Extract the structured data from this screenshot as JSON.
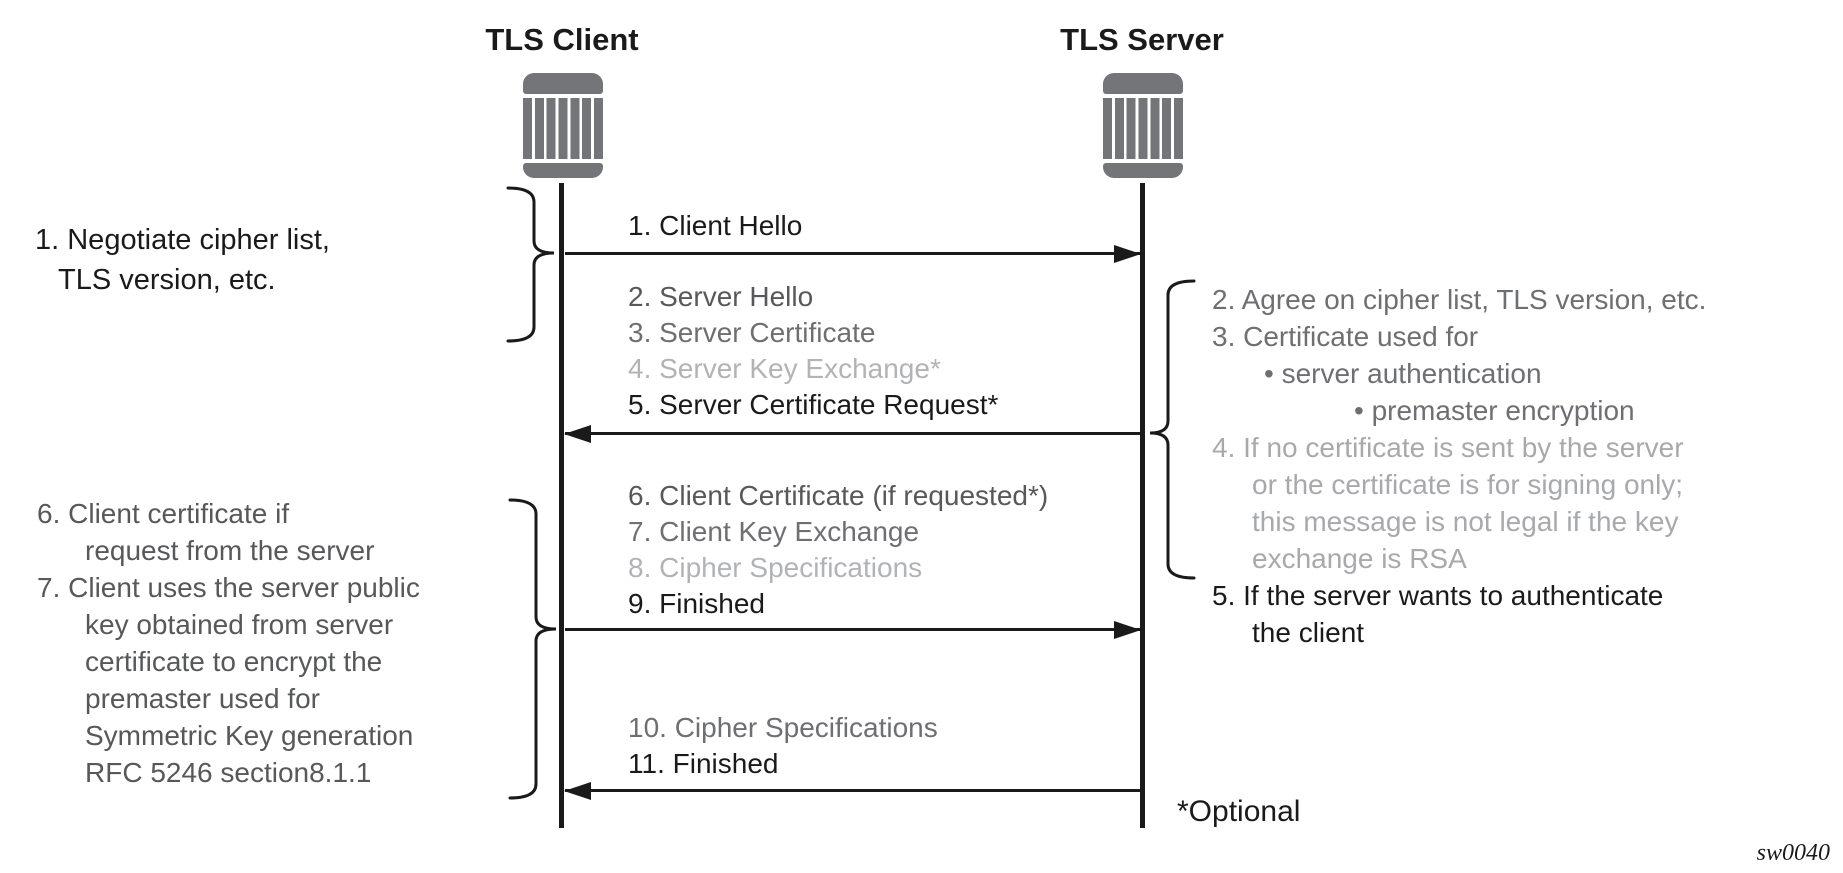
{
  "colors": {
    "black": "#1a1a1a",
    "gray_dark": "#57585a",
    "gray_mid": "#6e6f72",
    "gray_light": "#b1b3b6",
    "gray_light2": "#a7a9ac",
    "icon_gray": "#747578"
  },
  "actors": {
    "client": {
      "title": "TLS Client",
      "icon": "network-device-icon"
    },
    "server": {
      "title": "TLS Server",
      "icon": "network-device-icon"
    }
  },
  "messages": {
    "batch1": [
      "1. Client Hello"
    ],
    "batch2": [
      "2. Server Hello",
      "3. Server Certificate",
      "4. Server Key Exchange*",
      "5. Server Certificate Request*"
    ],
    "batch3": [
      "6. Client Certificate (if requested*)",
      "7. Client Key Exchange",
      "8. Cipher Specifications",
      "9. Finished"
    ],
    "batch4": [
      "10. Cipher Specifications",
      "11. Finished"
    ]
  },
  "arrows": [
    {
      "from": "client",
      "to": "server",
      "messages": "batch1"
    },
    {
      "from": "server",
      "to": "client",
      "messages": "batch2"
    },
    {
      "from": "client",
      "to": "server",
      "messages": "batch3"
    },
    {
      "from": "server",
      "to": "client",
      "messages": "batch4"
    }
  ],
  "client_note_1": {
    "lines": [
      "1. Negotiate cipher list,",
      "TLS version, etc."
    ]
  },
  "client_note_2": {
    "lines": [
      "6. Client certificate if",
      "request from the server",
      "7. Client uses the server public",
      "key obtained from server",
      "certificate to encrypt the",
      "premaster used for",
      "Symmetric Key generation",
      "RFC 5246 section8.1.1"
    ]
  },
  "server_note": {
    "lines": [
      "2. Agree on cipher list, TLS version, etc.",
      "3. Certificate used for",
      "• server authentication",
      "• premaster encryption",
      "4. If no certificate is sent by the server",
      "or the certificate is for signing only;",
      "this message is not legal if the key",
      "exchange is RSA",
      "5. If the server wants to authenticate",
      "the client"
    ]
  },
  "footnote": "*Optional",
  "figure_id": "sw0040"
}
